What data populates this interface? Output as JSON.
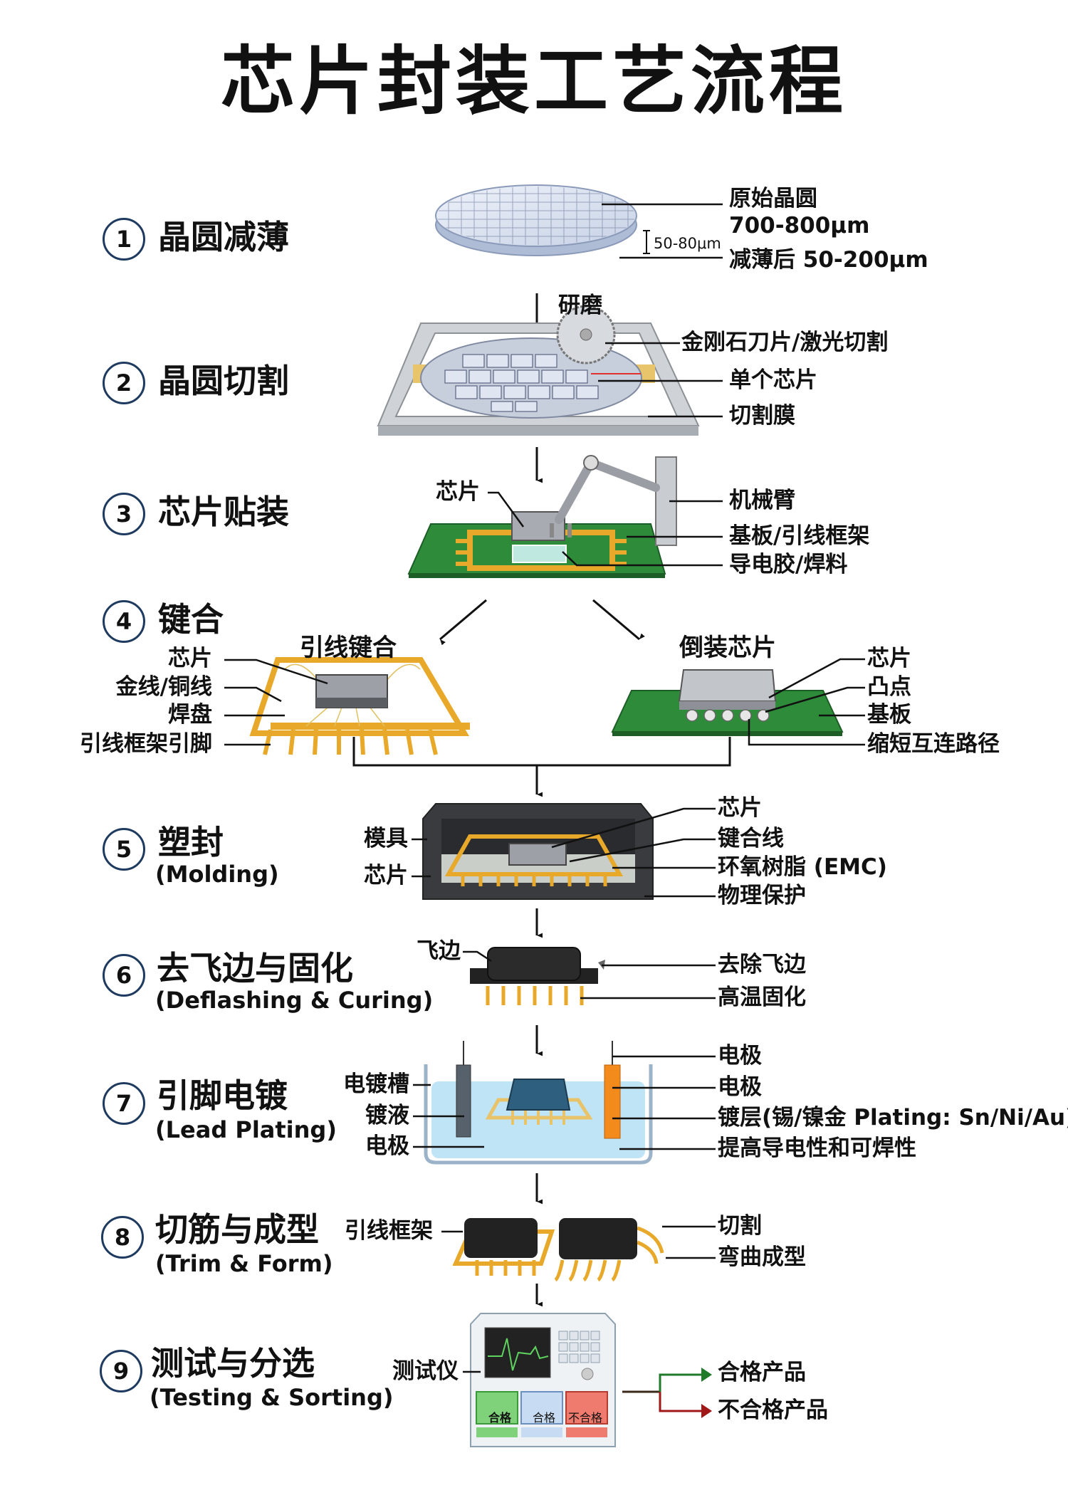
{
  "title": "芯片封装工艺流程",
  "steps": [
    {
      "num": "1",
      "title": "晶圆减薄"
    },
    {
      "num": "2",
      "title": "晶圆切割"
    },
    {
      "num": "3",
      "title": "芯片贴装"
    },
    {
      "num": "4",
      "title": "键合"
    },
    {
      "num": "5",
      "title": "塑封",
      "subtitle": "(Molding)"
    },
    {
      "num": "6",
      "title": "去飞边与固化",
      "subtitle": "(Deflashing & Curing)"
    },
    {
      "num": "7",
      "title": "引脚电镀",
      "subtitle": "(Lead Plating)"
    },
    {
      "num": "8",
      "title": "切筋与成型",
      "subtitle": "(Trim & Form)"
    },
    {
      "num": "9",
      "title": "测试与分选",
      "subtitle": "(Testing & Sorting)"
    }
  ],
  "s1": {
    "raw": "原始晶圆",
    "raw_thick": "700-800μm",
    "thinned": "减薄后 50-200μm",
    "bracket": "50-80μm",
    "arrow": "研磨"
  },
  "s2": {
    "blade": "金刚石刀片/激光切割",
    "die": "单个芯片",
    "tape": "切割膜"
  },
  "s3": {
    "chip": "芯片",
    "arm": "机械臂",
    "substrate": "基板/引线框架",
    "adhesive": "导电胶/焊料"
  },
  "s4": {
    "wire_title": "引线键合",
    "flip_title": "倒装芯片",
    "wire_labels": [
      "芯片",
      "金线/铜线",
      "焊盘",
      "引线框架引脚"
    ],
    "flip_labels": [
      "芯片",
      "凸点",
      "基板",
      "缩短互连路径"
    ]
  },
  "s5": {
    "mold": "模具",
    "chip_left": "芯片",
    "right": [
      "芯片",
      "键合线",
      "环氧树脂 (EMC)",
      "物理保护"
    ]
  },
  "s6": {
    "flash": "飞边",
    "right": [
      "去除飞边",
      "高温固化"
    ]
  },
  "s7": {
    "left": [
      "电镀槽",
      "镀液",
      "电极"
    ],
    "right": [
      "电极",
      "电极",
      "镀层(锡/镍金 Plating: Sn/Ni/Au)",
      "提高导电性和可焊性"
    ]
  },
  "s8": {
    "frame": "引线框架",
    "right": [
      "切割",
      "弯曲成型"
    ]
  },
  "s9": {
    "tester": "测试仪",
    "bins": [
      "合格",
      "合格",
      "不合格"
    ],
    "pass": "合格产品",
    "fail": "不合格产品"
  },
  "colors": {
    "gold": "#e8a92a",
    "green": "#2e8b3a",
    "pass": "#1f7a2a",
    "fail": "#a01818",
    "orange": "#f28a1c"
  }
}
